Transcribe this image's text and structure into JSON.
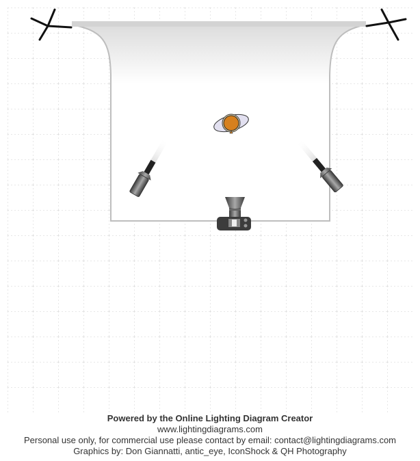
{
  "footer": {
    "powered_by": "Powered by the Online Lighting Diagram Creator",
    "website": "www.lightingdiagrams.com",
    "license": "Personal use only, for commercial use please contact by email: contact@lightingdiagrams.com",
    "credits": "Graphics by: Don Giannatti, antic_eye, IconShock & QH Photography"
  },
  "colors": {
    "subject": "#d6801e",
    "grid": "#c8c8c8",
    "backdrop_edge": "#bdbdbd"
  }
}
